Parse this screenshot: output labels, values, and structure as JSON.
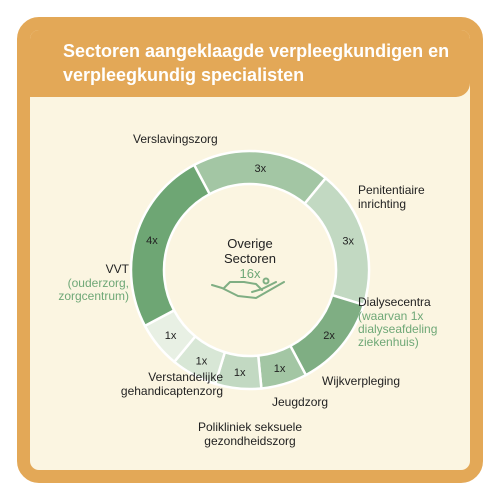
{
  "title": "Sectoren aangeklaagde verpleegkundigen en verpleegkundig specialisten",
  "center": {
    "line1": "Overige",
    "line2": "Sectoren",
    "count": "16x",
    "icon": "hand-icon"
  },
  "colors": {
    "border": "#e3a857",
    "background": "#fbf5e1",
    "title_text": "#ffffff",
    "label_text": "#222222",
    "accent_text": "#6fa877"
  },
  "chart_data": {
    "type": "pie",
    "total": 16,
    "segments": [
      {
        "name": "Verslavingszorg",
        "value": 3,
        "label": "3x",
        "color": "#a3c6a4",
        "sub": ""
      },
      {
        "name": "Penitentiaire inrichting",
        "value": 3,
        "label": "3x",
        "color": "#c2d9c2",
        "sub": ""
      },
      {
        "name": "Dialysecentra",
        "value": 2,
        "label": "2x",
        "color": "#7fae83",
        "sub": "(waarvan 1x dialyseafdeling ziekenhuis)"
      },
      {
        "name": "Wijkverpleging",
        "value": 1,
        "label": "1x",
        "color": "#a3c6a4",
        "sub": ""
      },
      {
        "name": "Jeugdzorg",
        "value": 1,
        "label": "1x",
        "color": "#c2d9c2",
        "sub": ""
      },
      {
        "name": "Polikliniek seksuele gezondheidszorg",
        "value": 1,
        "label": "1x",
        "color": "#d8e7d6",
        "sub": ""
      },
      {
        "name": "Verstandelijke gehandicaptenzorg",
        "value": 1,
        "label": "1x",
        "color": "#e8f0e4",
        "sub": ""
      },
      {
        "name": "VVT",
        "value": 4,
        "label": "4x",
        "color": "#6ea674",
        "sub": "(ouderzorg, zorgcentrum)"
      }
    ]
  }
}
